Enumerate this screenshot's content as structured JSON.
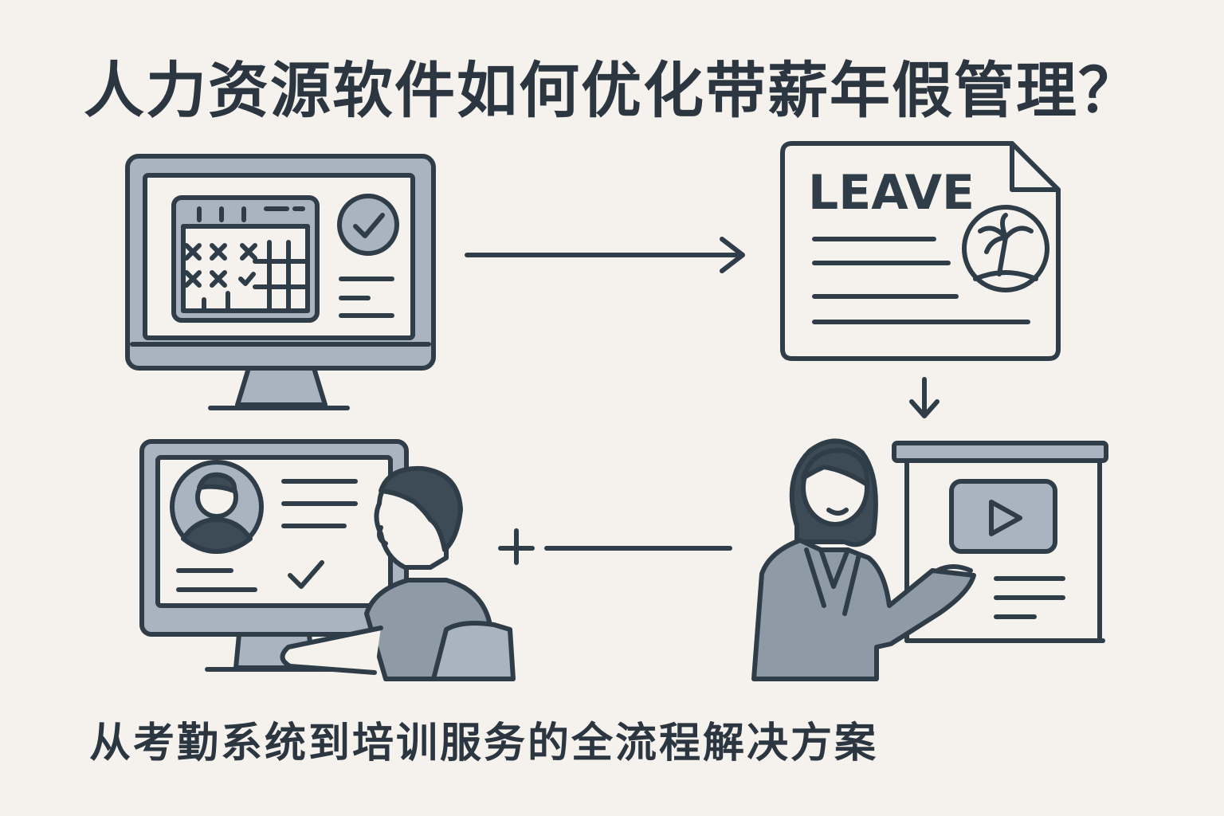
{
  "header": {
    "title": "人力资源软件如何优化带薪年假管理？"
  },
  "leave_document": {
    "heading": "LEAVE"
  },
  "footer": {
    "subtitle": "从考勤系统到培训服务的全流程解决方案"
  },
  "icons": [
    "desktop-monitor-icon",
    "calendar-icon",
    "check-circle-icon",
    "leave-document-icon",
    "palm-tree-icon",
    "employee-at-computer-icon",
    "presenter-icon",
    "video-play-icon"
  ],
  "colors": {
    "background": "#f5f2ed",
    "ink": "#2f3d48",
    "fill_gray": "#a9b4c0"
  }
}
